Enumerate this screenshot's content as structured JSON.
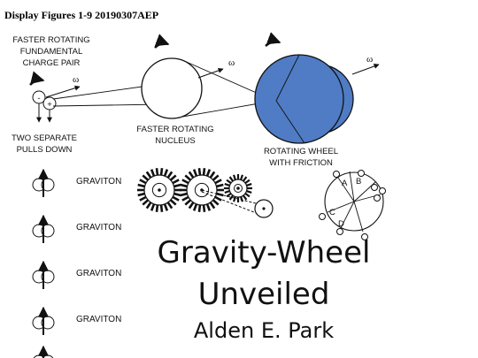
{
  "header": {
    "title": "Display Figures 1-9 20190307AEP"
  },
  "labels": {
    "charge_pair": [
      "FASTER ROTATING",
      "FUNDAMENTAL",
      "CHARGE PAIR"
    ],
    "pulls_down": [
      "TWO SEPARATE",
      "PULLS DOWN"
    ],
    "nucleus": [
      "FASTER ROTATING",
      "NUCLEUS"
    ],
    "wheel": [
      "ROTATING WHEEL",
      "WITH FRICTION"
    ],
    "omega": "ω",
    "minus": "-",
    "plus": "+"
  },
  "graviton_label": "GRAVITON",
  "wheel_letters": [
    "A",
    "B",
    "C",
    "D"
  ],
  "title": {
    "line1": "Gravity-Wheel",
    "line2": "Unveiled",
    "author": "Alden E. Park"
  },
  "colors": {
    "wheel_fill": "#4f7cc4",
    "ink": "#111111"
  }
}
